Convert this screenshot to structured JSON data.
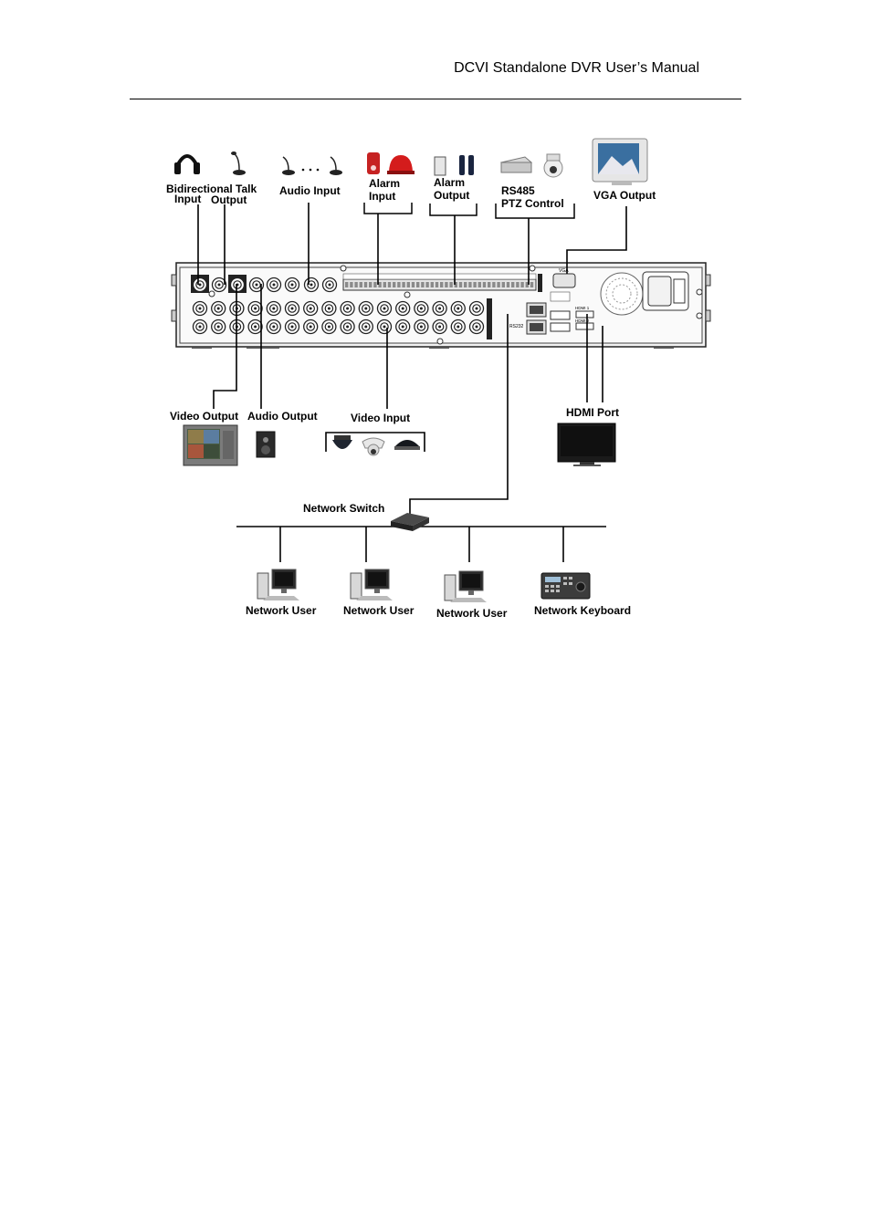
{
  "header": {
    "title": "DCVI Standalone DVR User’s Manual"
  },
  "diagram": {
    "labels": {
      "bidirectional_talk": "Bidirectional Talk",
      "bidi_input": "Input",
      "bidi_output": "Output",
      "audio_input": "Audio Input",
      "alarm_input_l1": "Alarm",
      "alarm_input_l2": "Input",
      "alarm_output_l1": "Alarm",
      "alarm_output_l2": "Output",
      "rs485_l1": "RS485",
      "rs485_l2": "PTZ Control",
      "vga_output": "VGA Output",
      "video_output": "Video Output",
      "audio_output": "Audio Output",
      "video_input": "Video Input",
      "hdmi_port": "HDMI Port",
      "network_switch": "Network Switch",
      "network_user_1": "Network User",
      "network_user_2": "Network User",
      "network_user_3": "Network User",
      "network_keyboard": "Network Keyboard"
    },
    "panel_marks": {
      "vga": "VGA",
      "rs232": "RS232",
      "hdmi1": "HDMI 1",
      "hdmi2": "HDMI 2"
    }
  }
}
